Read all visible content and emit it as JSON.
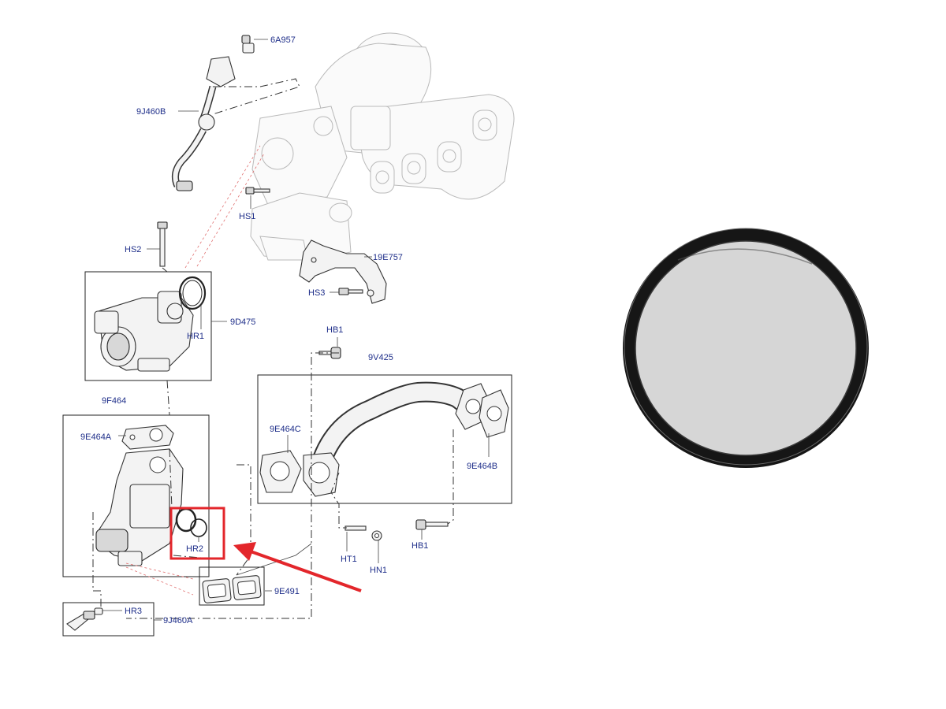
{
  "labels": {
    "sensor_top": "6A957",
    "hose_top": "9J460B",
    "bolt_hs1": "HS1",
    "bolt_hs2": "HS2",
    "bracket": "19E757",
    "bolt_hs3": "HS3",
    "valve": "9D475",
    "ring_hr1": "HR1",
    "bolt_hb1_top": "HB1",
    "pipe": "9V425",
    "cooler": "9F464",
    "gasket_a": "9E464A",
    "gasket_c": "9E464C",
    "gasket_b": "9E464B",
    "ring_hr2": "HR2",
    "stud_ht1": "HT1",
    "nut_hn1": "HN1",
    "bolt_hb1_bottom": "HB1",
    "gaskets_e491": "9E491",
    "ring_hr3": "HR3",
    "sensor_bottom": "9J460A"
  },
  "colors": {
    "label_blue": "#1f2f8a",
    "highlight_red": "#e3262b",
    "ring_black": "#161616"
  },
  "icons": {
    "arrow": "red-arrow-icon",
    "photo": "o-ring-photo"
  }
}
